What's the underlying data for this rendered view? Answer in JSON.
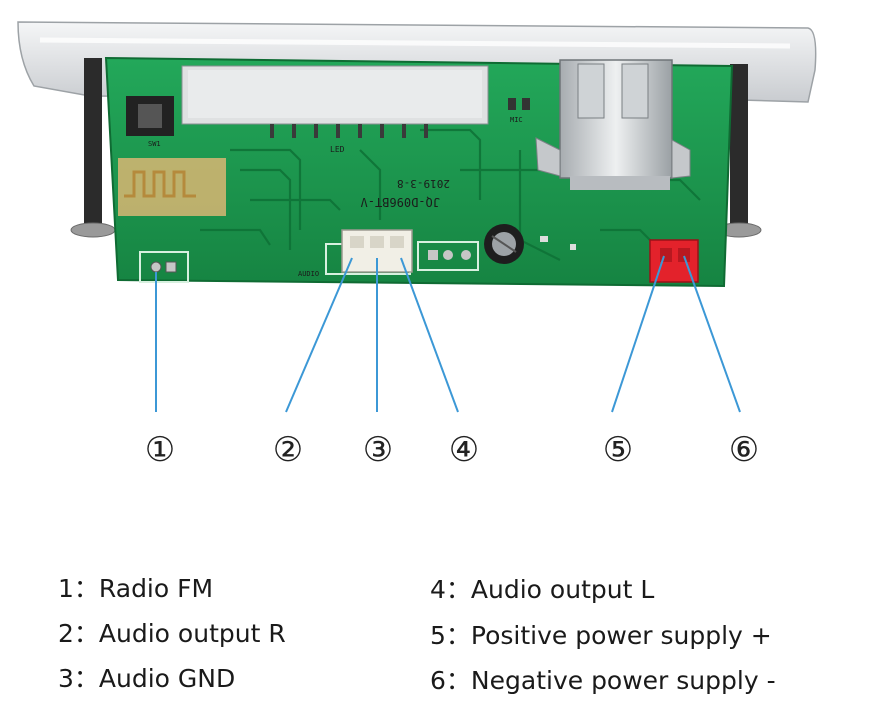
{
  "board": {
    "date_text": "2019-3-8",
    "model_text": "JQ-D096BT-V",
    "led_label": "LED",
    "audio_label": "AUDIO",
    "mic_label": "MIC",
    "sw_label": "SW1"
  },
  "callouts": [
    "①",
    "②",
    "③",
    "④",
    "⑤",
    "⑥"
  ],
  "legend": [
    {
      "num": "1",
      "label": "Radio FM"
    },
    {
      "num": "2",
      "label": "Audio output R"
    },
    {
      "num": "3",
      "label": "Audio GND"
    },
    {
      "num": "4",
      "label": "Audio output L"
    },
    {
      "num": "5",
      "label": "Positive power supply +"
    },
    {
      "num": "6",
      "label": "Negative power supply -"
    }
  ],
  "colors": {
    "pcb": "#1f9a4f",
    "pcb_dark": "#147a3b",
    "leader_line": "#3c98d6",
    "red_connector": "#e3222b"
  }
}
